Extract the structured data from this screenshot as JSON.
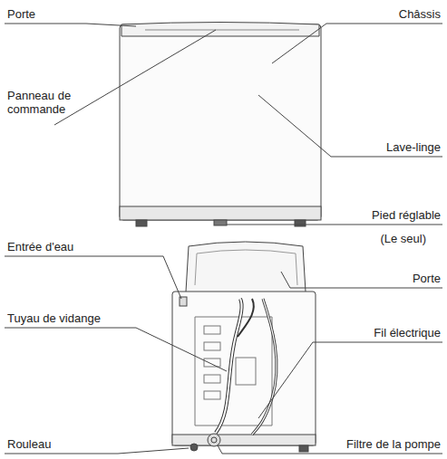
{
  "diagram": {
    "labels": [
      "Porte",
      "Châssis",
      "Panneau de commande",
      "Lave-linge",
      "Pied réglable",
      "(Le seul)",
      "Entrée d'eau",
      "Porte",
      "Tuyau de vidange",
      "Fil électrique",
      "Rouleau",
      "Filtre de la pompe"
    ]
  }
}
